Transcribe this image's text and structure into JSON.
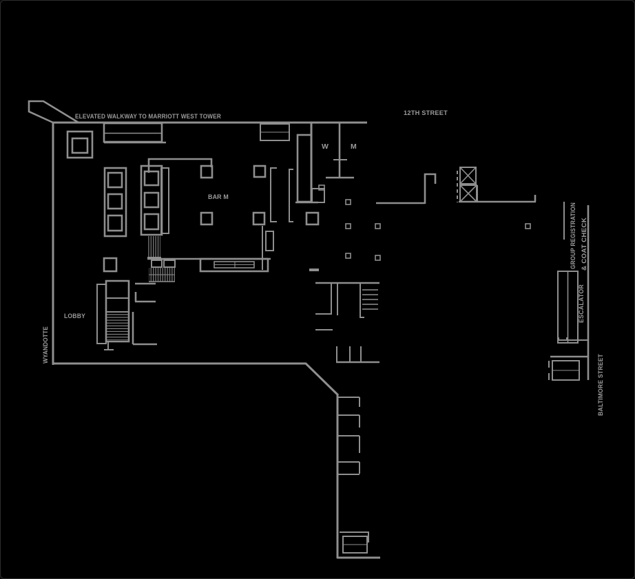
{
  "title": "Marriott lobby level floor plan",
  "colors": {
    "bg": "#000000",
    "line": "#8f8f8f",
    "text": "#9a9a9a"
  },
  "labels": {
    "elevated_walkway": "ELEVATED WALKWAY TO MARRIOTT WEST TOWER",
    "twelfth_street": "12TH STREET",
    "womens_restroom": "W",
    "mens_restroom": "M",
    "bar_m": "BAR M",
    "lobby": "LOBBY",
    "wyandotte_street": "WYANDOTTE",
    "group_registration_line1": "GROUP REGISTRATION",
    "group_registration_line2": "& COAT CHECK",
    "escalator": "ESCALATOR",
    "baltimore_street": "BALTIMORE STREET"
  }
}
